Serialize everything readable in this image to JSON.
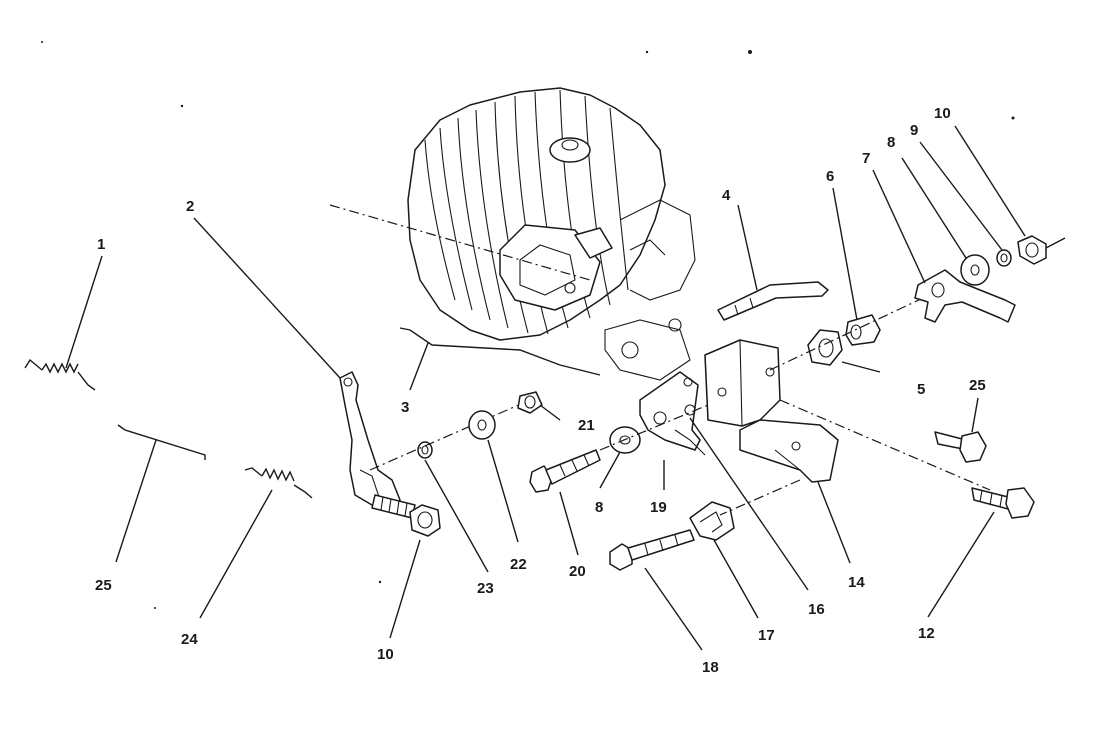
{
  "labels": {
    "l1": "1",
    "l2": "2",
    "l3": "3",
    "l4": "4",
    "l5": "5",
    "l6": "6",
    "l7": "7",
    "l8a": "8",
    "l9": "9",
    "l10a": "10",
    "l25a": "25",
    "l21": "21",
    "l8b": "8",
    "l19": "19",
    "l22": "22",
    "l23": "23",
    "l20": "20",
    "l25b": "25",
    "l24": "24",
    "l10b": "10",
    "l16": "16",
    "l14": "14",
    "l17": "17",
    "l18": "18",
    "l12": "12"
  }
}
